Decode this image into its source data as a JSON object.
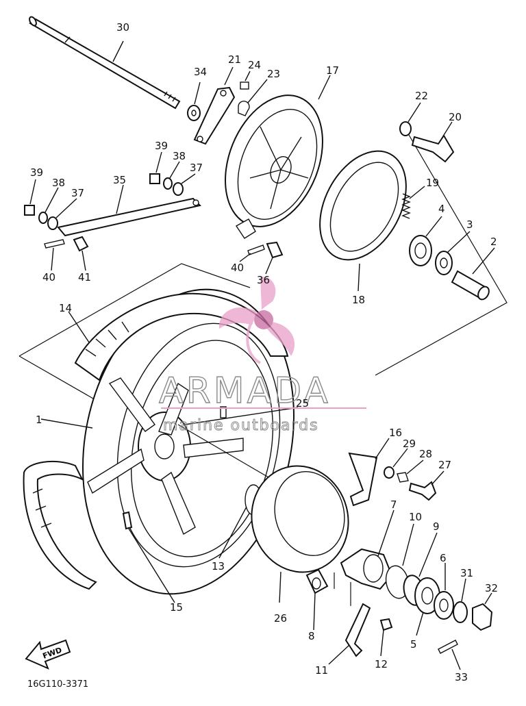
{
  "diagram": {
    "drawing_code": "16G110-3371",
    "direction_label": "FWD",
    "watermark": {
      "brand": "ARMADA",
      "tagline": "marine outboards"
    },
    "callouts": [
      "1",
      "2",
      "3",
      "4",
      "5",
      "6",
      "7",
      "8",
      "9",
      "10",
      "11",
      "12",
      "13",
      "14",
      "15",
      "16",
      "17",
      "18",
      "19",
      "20",
      "21",
      "22",
      "23",
      "24",
      "25",
      "26",
      "27",
      "28",
      "29",
      "30",
      "31",
      "32",
      "33",
      "34",
      "35",
      "36",
      "37",
      "38",
      "39",
      "40",
      "41"
    ],
    "colors": {
      "line": "#111111",
      "watermark_pink": "#e9a0c8",
      "watermark_gray": "#8a8a8a"
    }
  }
}
